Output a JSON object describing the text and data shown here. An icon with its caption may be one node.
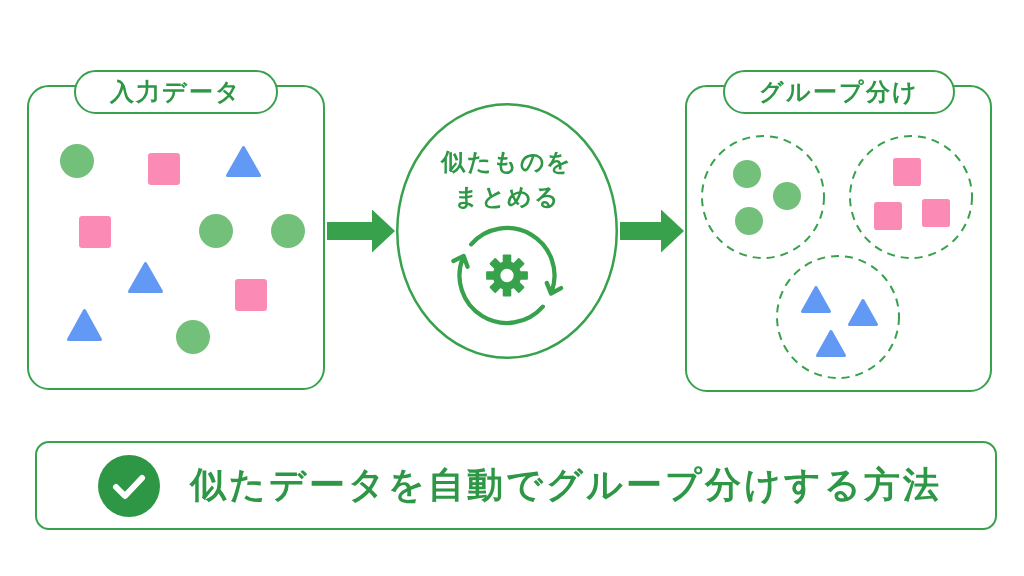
{
  "diagram": {
    "nodes": [
      {
        "text": [
          "入力データ"
        ]
      },
      {
        "text": [
          "似たものをまとめる"
        ]
      },
      {
        "text": [
          "グループ分け"
        ]
      },
      {
        "text": [],
        "shape": "circle",
        "in": 2
      },
      {
        "text": [],
        "shape": "circle",
        "in": 2
      },
      {
        "text": [],
        "shape": "circle",
        "in": 2
      },
      {
        "text": [
          "似たデータを自動でグループ分けする方法"
        ]
      }
    ],
    "edges": [
      {
        "from": 0,
        "to": 1,
        "arrow": "to"
      },
      {
        "from": 1,
        "to": 2,
        "arrow": "to"
      }
    ]
  }
}
